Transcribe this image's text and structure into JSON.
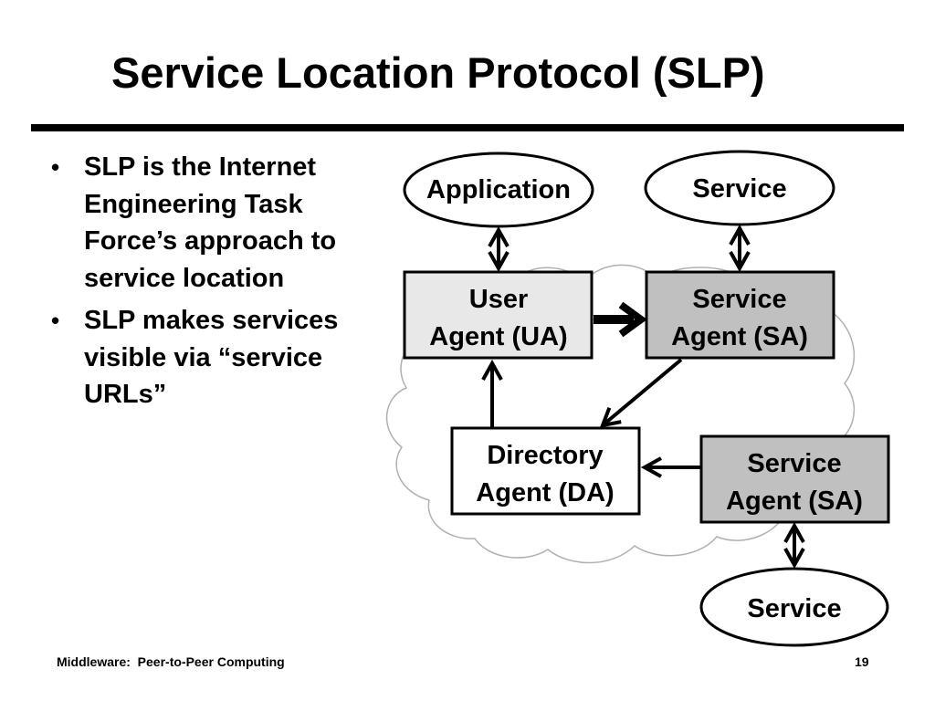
{
  "slide": {
    "title": "Service Location Protocol (SLP)",
    "bullets": [
      "SLP is the Internet Engineering Task Force’s approach to service location",
      "SLP makes services visible via “service URLs”"
    ]
  },
  "diagram": {
    "application": "Application",
    "service_top": "Service",
    "user_agent": [
      "User",
      "Agent (UA)"
    ],
    "service_agent_top": [
      "Service",
      "Agent (SA)"
    ],
    "directory_agent": [
      "Directory",
      "Agent (DA)"
    ],
    "service_agent_bottom": [
      "Service",
      "Agent (SA)"
    ],
    "service_bottom": "Service"
  },
  "colors": {
    "user_agent_fill": "#e8e8e8",
    "service_agent_fill": "#c0c0c0",
    "directory_agent_fill": "#ffffff",
    "cloud_fill": "#ffffff",
    "cloud_stroke": "#b0b0b0"
  },
  "footer": {
    "left": "Middleware:  Peer-to-Peer Computing",
    "page_number": "19"
  }
}
